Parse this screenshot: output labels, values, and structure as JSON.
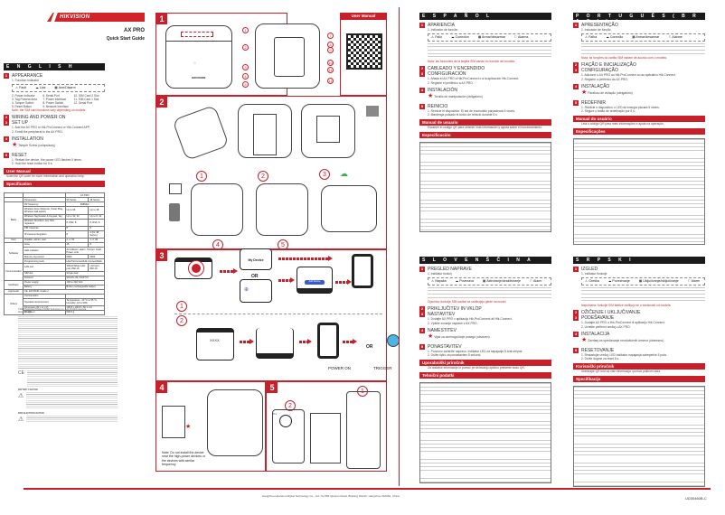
{
  "header": {
    "brand": "HIKVISION",
    "product": "AX PRO",
    "guide_title": "Quick Start Guide",
    "brand_color": "#d1232a"
  },
  "english": {
    "lang": "E N G L I S H",
    "appearance": "APPEARANCE",
    "indicator_label": "1. Function Indicator",
    "indicators": [
      "Fault",
      "Link",
      "Arm/Disarm",
      "Alarm"
    ],
    "parts": [
      "2. Power Indicator",
      "3. Tag Present Area",
      "4. Tamper Switch",
      "5. Reset Button",
      "6. Serial Port",
      "7. Power Interface",
      "8. Power Switch",
      "9. Network Interface",
      "10. SIM Card 2 Slot",
      "11. SIM Card 1 Slot",
      "12. Serial Port"
    ],
    "note": "Note: the SIM card functions vary depending on models.",
    "wiring": "WIRING AND POWER ON",
    "setup": "SET UP",
    "setup_steps": [
      "1. Add the AX PRO to Hik-ProConnect or Hik-Connect APP.",
      "2. Enroll the peripheral to the AX PRO."
    ],
    "installation": "INSTALLATION",
    "tamper": "Tamper Screw (compulsory)",
    "reset": "RESET",
    "reset_steps": [
      "1. Restart the device, the power LED flashes 5 times.",
      "2. Hold the reset button for 5 s."
    ],
    "user_manual": "User Manual",
    "user_manual_text": "Scan the QR code for more information and operation help.",
    "specification": "Specification"
  },
  "spec_table": {
    "model": "AX PRO",
    "headers": [
      "Parameters",
      "96 Series",
      "48 Series"
    ],
    "rows": [
      [
        "Basic",
        "RF frequency",
        "868MHz",
        ""
      ],
      [
        "",
        "Wireless Zone (Detector, Smart Plug, Wireless wall switch)",
        "Up to 96",
        "Up to 48"
      ],
      [
        "",
        "Wireless Tag Reader & Keypad, Tag",
        "Up to 32, 32",
        "Up to 8, 32"
      ],
      [
        "",
        "Wireless Sounders, key fobs, repeaters",
        "8, 8/32, 8",
        "8, 8/16, 8"
      ],
      [
        "",
        "PIR Cameras",
        "8",
        "8"
      ],
      [
        "",
        "IP camera integration",
        "8",
        "4 (for 48 Series)"
      ],
      [
        "User",
        "Installer, admin, user",
        "1, 2, 50",
        "1, 2, 50"
      ],
      [
        "Software",
        "Area",
        "16",
        "8"
      ],
      [
        "",
        "LED indicator",
        "Arm/disarm, alarm, Tamper, Fault, Power, Link",
        ""
      ],
      [
        "",
        "Memory log stored",
        "5000",
        "5000"
      ],
      [
        "",
        "Programming tools",
        "Hik-ProConnect/Hik-Connect/Web",
        ""
      ],
      [
        "Communication",
        "LAN port",
        "10/100 Mbps LAN port, 802.1X",
        "LAN port, 802.1X"
      ],
      [
        "",
        "SIM slot",
        "Single dual",
        ""
      ],
      [
        "",
        "Protocol",
        "SIA-DC-09, ISUP 5.0",
        ""
      ],
      [
        "Hardware",
        "Power supply",
        "100 to 240 VAC",
        ""
      ],
      [
        "",
        "Battery",
        "Built-in rechargeable battery",
        ""
      ],
      [
        "Approvals",
        "",
        "CE, EN 50131 Grade 2",
        ""
      ],
      [
        "Others",
        "Consumption",
        "",
        ""
      ],
      [
        "",
        "Operation Environment",
        "Temperature: -10 °C to 55 °C, Humidity: 10 to 90%",
        ""
      ],
      [
        "",
        "Dimension (W x H x D)",
        "190.8 x 190.8 x 50.1 mm",
        ""
      ],
      [
        "",
        "Weight",
        "593.5 g",
        ""
      ]
    ]
  },
  "panels": [
    {
      "num": "1",
      "callouts": [
        "1",
        "2",
        "3",
        "4",
        "5",
        "6",
        "7",
        "8",
        "9",
        "10",
        "11",
        "12"
      ]
    },
    {
      "num": "2",
      "steps": [
        "1",
        "2",
        "3",
        "4",
        "5"
      ]
    },
    {
      "num": "3",
      "labels": {
        "my_device": "My Device",
        "or1": "OR",
        "or2": "OR",
        "add_device": "Add Device",
        "code": "XXXX",
        "power_on": "POWER ON",
        "trigger": "TRIGGER"
      },
      "steps": [
        "1",
        "2"
      ]
    },
    {
      "num": "4",
      "note": "Note: Do not install the device near the high-power devices or the devices with similar frequency."
    },
    {
      "num": "5",
      "timer": "5 s",
      "steps": [
        "1",
        "2"
      ]
    }
  ],
  "qr": {
    "header": "User Manual"
  },
  "espanol": {
    "lang": "E S P A Ñ O L",
    "appearance": "APARIENCIA",
    "indicator_label": "1. Indicador de función",
    "indicators": [
      "Fallo",
      "Conexión",
      "Armar/desarmar",
      "Alarma"
    ],
    "note": "Nota: las funciones de la tarjeta SIM varían en función del modelo.",
    "wiring": "CABLEADO Y ENCENDIDO",
    "setup": "CONFIGURACIÓN",
    "setup_steps": [
      "1. Añada el AX PRO a Hik-ProConnect o a la aplicación Hik-Connect.",
      "2. Registre el periférico a AX PRO."
    ],
    "installation": "INSTALACIÓN",
    "tamper": "Tornillo de manipulación (obligatorio)",
    "reset": "REINICIO",
    "reset_steps": [
      "1. Reinicie el dispositivo. El led de encendido parpadeará 5 veces.",
      "2. Mantenga pulsado el botón de reinicio durante 5 s."
    ],
    "user_manual": "Manual de usuario",
    "user_manual_text": "Escanee el código QR para obtener más información y ayuda sobre el funcionamiento.",
    "specification": "Especificación"
  },
  "portugues": {
    "lang": "P O R T U G U Ê S  ( B R A S I L )",
    "appearance": "APRESENTAÇÃO",
    "indicator_label": "1. Indicador de função",
    "indicators": [
      "Falha",
      "Conexão",
      "Armar/desarmar",
      "Alarme"
    ],
    "note": "Nota: as funções do cartão SIM variam de acordo com o modelo.",
    "wiring": "FIAÇÃO E INICIALIZAÇÃO",
    "setup": "CONFIGURAÇÃO",
    "setup_steps": [
      "1. Adicione o AX PRO ao Hik-ProConnect ou ao aplicativo Hik-Connect.",
      "2. Registre o periférico ao AX PRO."
    ],
    "installation": "INSTALAÇÃO",
    "tamper": "Parafuso de violação (obrigatório)",
    "reset": "REDEFINIR",
    "reset_steps": [
      "1. Reinicie o dispositivo; o LED de energia piscará 5 vezes.",
      "2. Segure o botão de redefinição por 5 s."
    ],
    "user_manual": "Manual do usuário",
    "user_manual_text": "Leia o código QR para mais informações e ajuda na operação.",
    "specification": "Especificações"
  },
  "slovenscina": {
    "lang": "S L O V E N Š Č I N A",
    "appearance": "PREGLED NAPRAVE",
    "indicator_label": "1. Indikator funkcij",
    "indicators": [
      "Napaka",
      "Povezava",
      "Aktiviranje/deaktiviranje",
      "Alarm"
    ],
    "note": "Opomba: funkcije SIM kartice se razlikujejo glede na model.",
    "wiring": "PRIKLJUČITEV IN VKLOP",
    "setup": "NASTAVITEV",
    "setup_steps": [
      "1. Dodajte AX PRO v aplikacijo Hik-ProConnect ali Hik-Connect.",
      "2. Vpišite zunanje naprave v AX PRO."
    ],
    "installation": "NAMESTITEV",
    "tamper": "Vijak za onemogočanje posega (obvezen)",
    "reset": "PONASTAVITEV",
    "reset_steps": [
      "1. Ponovno zaženite napravo. Indikator LED za napajanje 5-krat utripne.",
      "2. Držite tipko za ponastavitev 5 sekund."
    ],
    "user_manual": "Uporabniški priročnik",
    "user_manual_text": "Za dodatne informacije in pomoč pri delovanju optično preberite kodo QR.",
    "specification": "Tehnični podatki"
  },
  "srpski": {
    "lang": "S R P S K I",
    "appearance": "IZGLED",
    "indicator_label": "1. Indikator funkcije",
    "indicators": [
      "Greška",
      "Povezivanje",
      "Uključivanje/isključivanje",
      "Alarm"
    ],
    "note": "Napomena: funkcije SIM kartice razlikuju se u zavisnosti od modela.",
    "wiring": "OŽIČENJE I UKLJUČIVANJE",
    "setup": "PODEŠAVANJE",
    "setup_steps": [
      "1. Dodajte AX PRO u Hik-ProConnect ili aplikaciju Hik-Connect.",
      "2. Uvrstite periferni uređaj u AX PRO."
    ],
    "installation": "INSTALACIJA",
    "tamper": "Zavrtanj za sprečavanje neovlašćenih izmena (obavezno)",
    "reset": "RESETOVANJE",
    "reset_steps": [
      "1. Restartujte uređaj; LED indikator napajanja zatreperiće 5 puta.",
      "2. Držite dugme za reset 5 s."
    ],
    "user_manual": "Korisnički priručnik",
    "user_manual_text": "Skenirajte QR kôd za više informacija i pomoć prilikom rada.",
    "specification": "Specifikacija"
  },
  "legal": {
    "copyright": "©2022 Hangzhou Hikvision Digital Technology Co., Ltd. All rights reserved.",
    "about": "About this Manual",
    "battery_caution": "BATTERY CAUTION",
    "fire_caution": "FIRE ELECTION CAUTION"
  },
  "footer": {
    "address": "Hangzhou Hikvision Digital Technology Co., Ltd. No.555 Qianmo Road, Binjiang District, Hangzhou 310052, China",
    "doc_code": "UD30460B-C"
  }
}
